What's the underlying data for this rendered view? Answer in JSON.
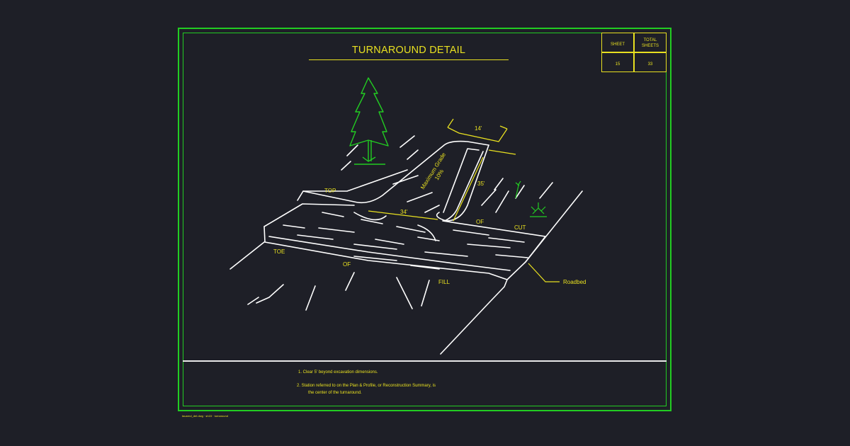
{
  "title": "TURNAROUND DETAIL",
  "sheet_block": {
    "sheet_label": "SHEET",
    "total_label_1": "TOTAL",
    "total_label_2": "SHEETS",
    "sheet_value": "15",
    "total_value": "33"
  },
  "labels": {
    "top": "TOP",
    "toe": "TOE",
    "of_left": "OF",
    "fill": "FILL",
    "of_right": "OF",
    "cut": "CUT",
    "roadbed": "Roadbed",
    "dim_width": "14'",
    "dim_length": "35'",
    "dim_flare": "34'",
    "grade_1": "Maximum Grade",
    "grade_2": "10%"
  },
  "notes": {
    "note1": "1.  Clear 5' beyond excavation dimensions.",
    "note2a": "2.  Station referred to on the Plan & Profile, or Reconstruction Summary, is",
    "note2b": "the center of the turnaround."
  },
  "footer": "tauarnd_det.dwg  ·  sh15  ·  turnaround",
  "colors": {
    "background": "#1e1f27",
    "border": "#22cc22",
    "text": "#e8e020",
    "linework": "#ffffff",
    "vegetation": "#22cc22"
  }
}
